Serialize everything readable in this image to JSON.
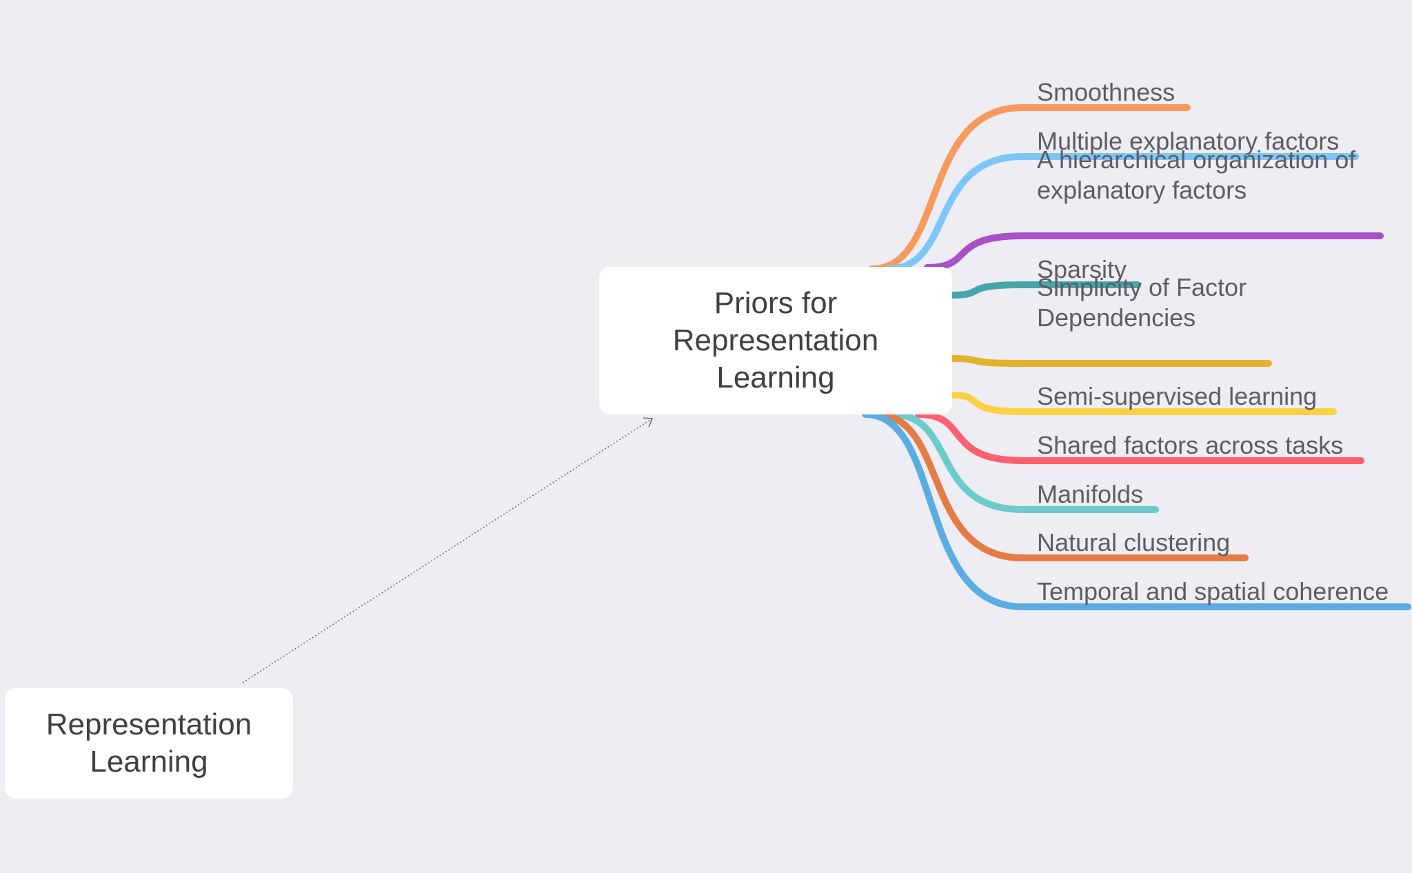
{
  "central_topic": "Priors for\nRepresentation\nLearning",
  "origin_topic": "Representation\nLearning",
  "branches": [
    {
      "label": "Smoothness",
      "color": "#f79a5d"
    },
    {
      "label": "Multiple explanatory factors",
      "color": "#7cc7f7"
    },
    {
      "label": "A hierarchical organization of\nexplanatory factors",
      "color": "#a94fc7"
    },
    {
      "label": "Sparsity",
      "color": "#46a5a9"
    },
    {
      "label": "Simplicity of Factor\nDependencies",
      "color": "#e2b22c"
    },
    {
      "label": "Semi-supervised learning",
      "color": "#fcd043"
    },
    {
      "label": "Shared factors across tasks",
      "color": "#fb6170"
    },
    {
      "label": "Manifolds",
      "color": "#6ccbcb"
    },
    {
      "label": "Natural clustering",
      "color": "#e57c44"
    },
    {
      "label": "Temporal and spatial coherence",
      "color": "#5aace2"
    }
  ],
  "relationship": {
    "style": "dotted",
    "arrow": "open",
    "color": "#6f6f73"
  }
}
